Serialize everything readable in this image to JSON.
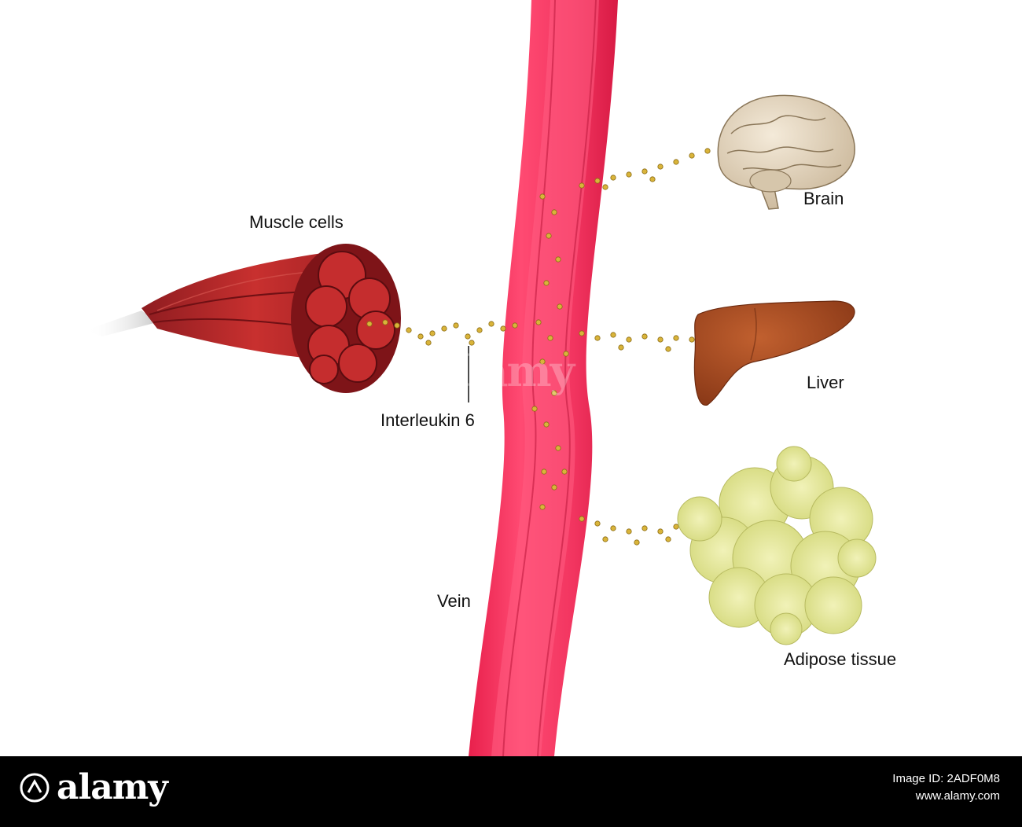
{
  "labels": {
    "muscle": "Muscle cells",
    "interleukin": "Interleukin 6",
    "vein": "Vein",
    "brain": "Brain",
    "liver": "Liver",
    "adipose": "Adipose tissue"
  },
  "footer": {
    "brand": "alamy",
    "image_id": "Image ID: 2ADF0M8",
    "url": "www.alamy.com"
  },
  "watermark": "alamy",
  "colors": {
    "vein": "#f0305a",
    "vein_inner": "#ff6f8f",
    "muscle": "#b5242a",
    "muscle_dark": "#7e1418",
    "molecule": "#d9b43a",
    "liver": "#a64b22",
    "brain": "#e6d8c4",
    "adipose": "#e3e69a",
    "footer_bg": "#000000"
  }
}
